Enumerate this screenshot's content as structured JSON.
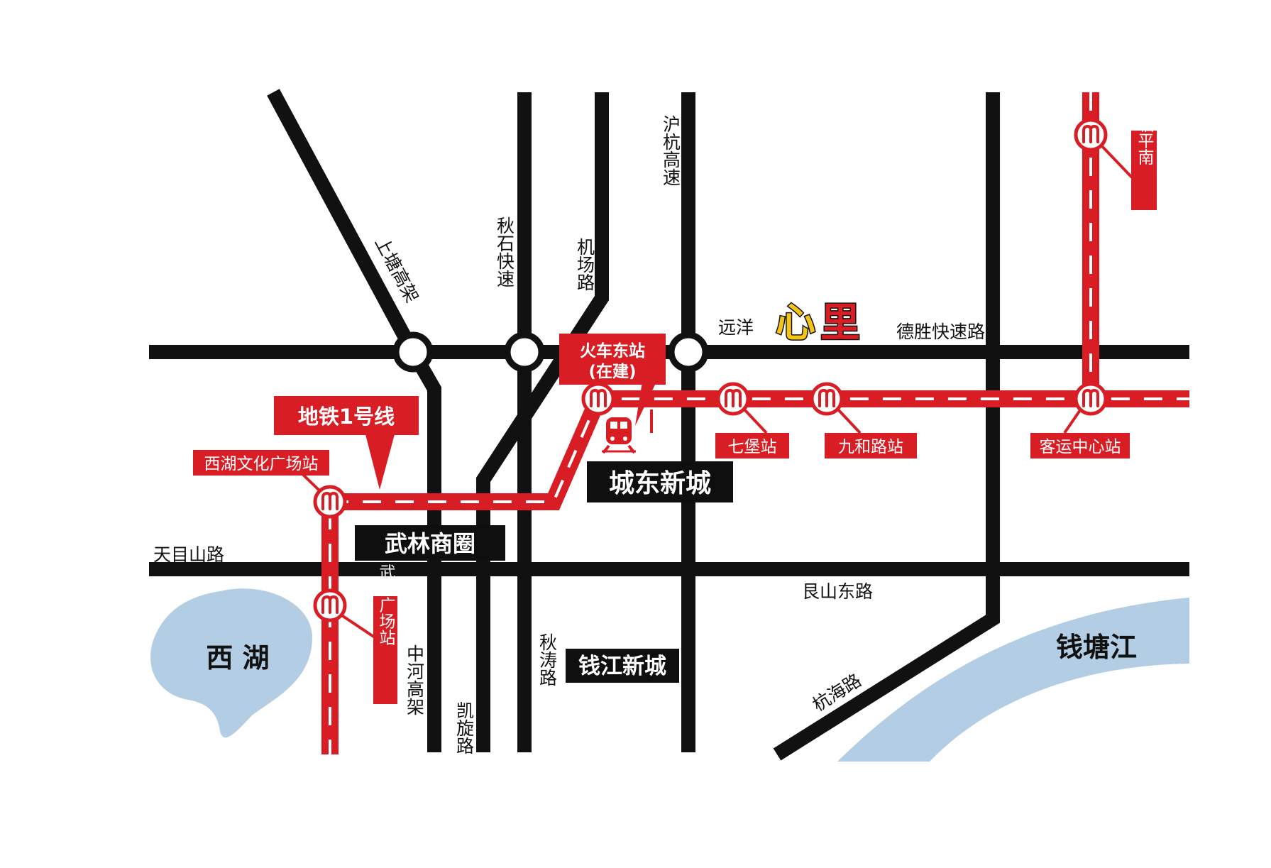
{
  "project": {
    "prefix": "远洋",
    "brand_red": "里",
    "brand_yellow": "心"
  },
  "roads": {
    "desheng": "德胜快速路",
    "tianmushan": "天目山路",
    "genshan_east": "艮山东路",
    "shangtang": "上塘高架",
    "qiushi": "秋石快速",
    "jichang": "机场路",
    "huhang": "沪杭高速",
    "zhonghe": "中河高架",
    "kaixuan": "凯旋路",
    "qiutao": "秋涛路",
    "hanghai": "杭海路"
  },
  "districts": {
    "chengdong": "城东新城",
    "wulin": "武林商圈",
    "qianjiang": "钱江新城"
  },
  "water": {
    "west_lake": "西 湖",
    "qiantang": "钱塘江"
  },
  "metro": {
    "line_label": "地铁1号线",
    "east_station_line1": "火车东站",
    "east_station_line2": "(在建)",
    "stations": {
      "xihu_culture": "西湖文化广场站",
      "qibao": "七堡站",
      "jiuhe": "九和路站",
      "keyun": "客运中心站",
      "linping_south": "临平南",
      "wulin_square": "武林广场站"
    }
  },
  "colors": {
    "metro_red": "#d81e24",
    "road_black": "#111111",
    "water_blue": "#b3cee4",
    "brand_yellow": "#f4c418"
  },
  "icons": [
    "metro-station-icon",
    "train-icon",
    "interchange-icon"
  ]
}
